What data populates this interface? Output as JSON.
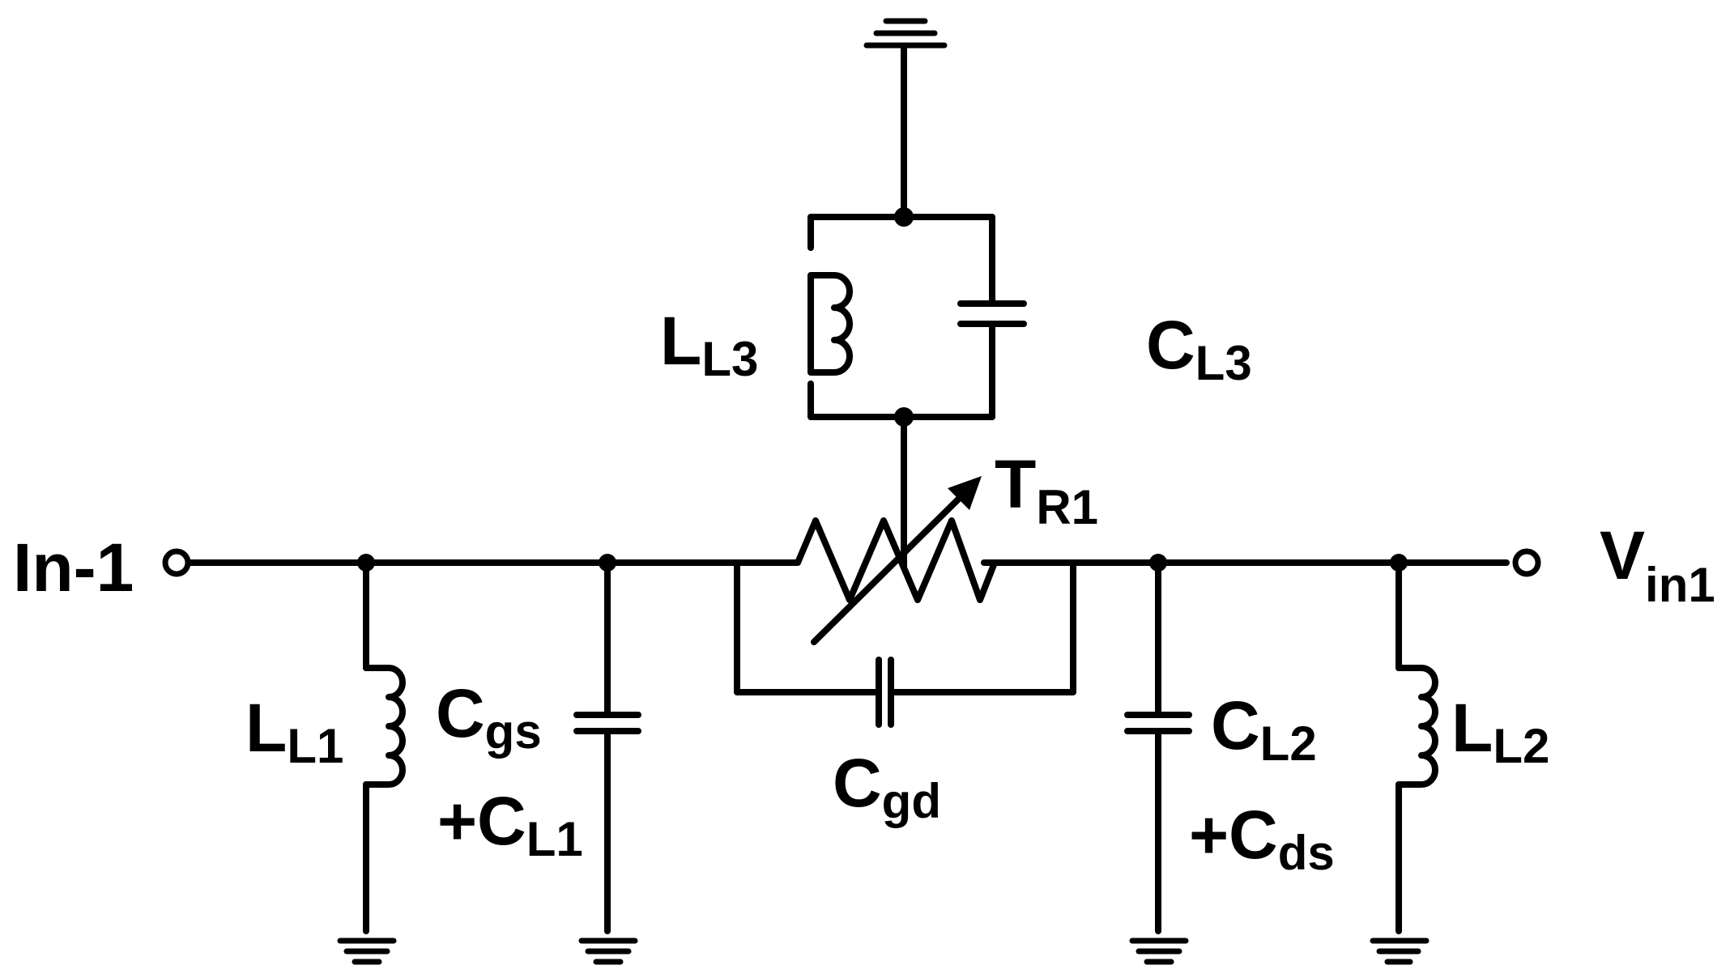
{
  "labels": {
    "in": "In-1",
    "vin_main": "V",
    "vin_sub": "in1",
    "ll1_main": "L",
    "ll1_sub": "L1",
    "ll2_main": "L",
    "ll2_sub": "L2",
    "ll3_main": "L",
    "ll3_sub": "L3",
    "cl3_main": "C",
    "cl3_sub": "L3",
    "tr1_main": "T",
    "tr1_sub": "R1",
    "cgs_main": "C",
    "cgs_sub": "gs",
    "cl1_plus": "+C",
    "cl1_sub": "L1",
    "cgd_main": "C",
    "cgd_sub": "gd",
    "cl2_main": "C",
    "cl2_sub": "L2",
    "cds_plus": "+C",
    "cds_sub": "ds"
  },
  "colors": {
    "stroke": "#000000",
    "background": "#ffffff"
  }
}
